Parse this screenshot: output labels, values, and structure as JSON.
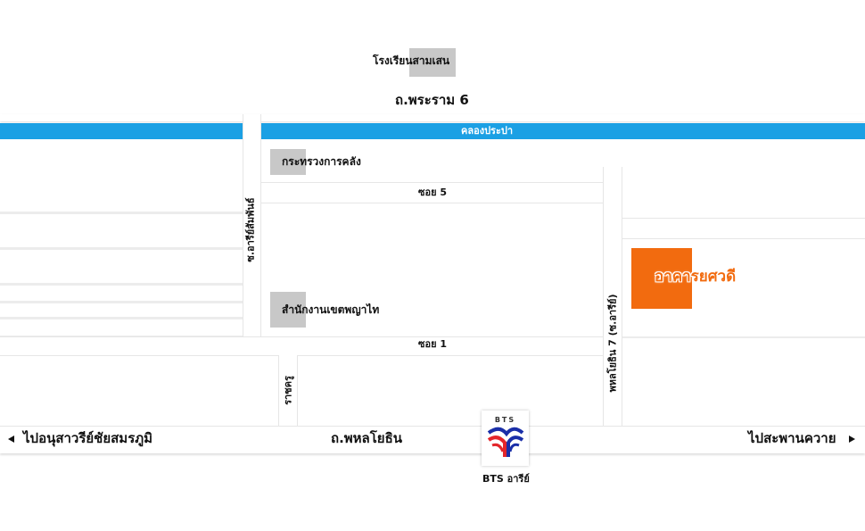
{
  "colors": {
    "canal": "#1ba0e4",
    "building": "#f26b0f",
    "marker": "#c8c8c8",
    "block": "#f0f0f0"
  },
  "places": {
    "school": "โรงเรียนสามเสน",
    "ministry": "กระทรวงการคลัง",
    "district_office": "สำนักงานเขตพญาไท",
    "building": "อาคารยศวดี",
    "bts_logo_text": "BTS",
    "bts_station": "BTS อารีย์"
  },
  "roads": {
    "rama6": "ถ.พระราม 6",
    "canal": "คลองประปา",
    "soi5": "ซอย 5",
    "soi1": "ซอย 1",
    "soi_ari_samphan": "ซ.อารีย์สัมพันธ์",
    "ratchakru": "ราชครู",
    "phahon_soi7": "พหลโยธิน 7 (ซ.อารีย์)",
    "phahonyothin": "ถ.พหลโยธิน",
    "to_victory": "ไปอนุสาวรีย์ชัยสมรภูมิ",
    "to_saphan_khwai": "ไปสะพานควาย"
  }
}
